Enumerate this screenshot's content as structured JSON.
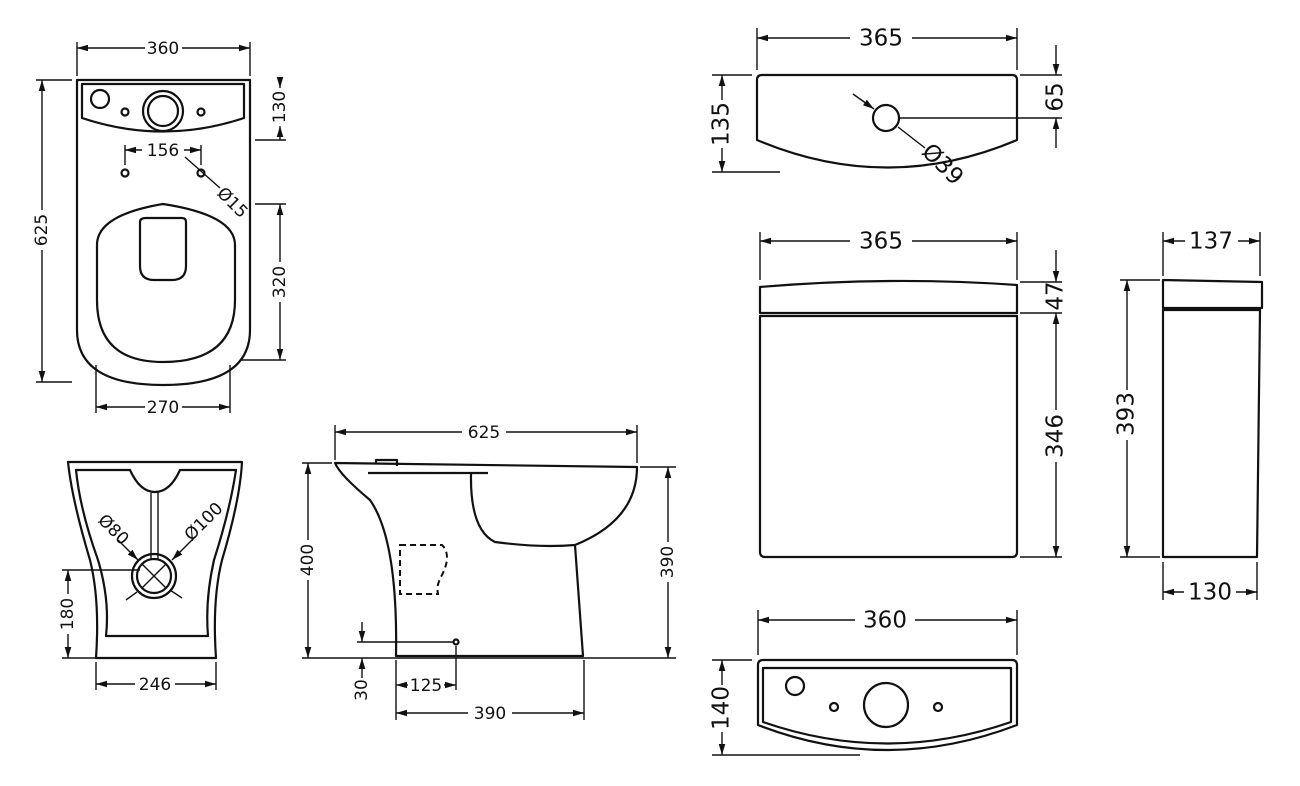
{
  "plan_view": {
    "width": "360",
    "length": "625",
    "tank_depth": "130",
    "fixing_centres": "156",
    "fixing_hole": "Ø15",
    "seat_length": "320",
    "seat_width": "270"
  },
  "rear_view": {
    "outlet_small": "Ø80",
    "outlet_large": "Ø100",
    "outlet_height": "180",
    "base_width": "246"
  },
  "side_view": {
    "length": "625",
    "height": "400",
    "rim_height": "390",
    "fixing_height": "30",
    "fixing_offset": "125",
    "base_length": "390"
  },
  "cistern_top": {
    "width": "365",
    "depth": "135",
    "hole_offset": "65",
    "hole_diameter": "Ø39"
  },
  "cistern_front": {
    "width": "365",
    "lid_height": "47",
    "body_height": "346"
  },
  "cistern_side": {
    "top_depth": "137",
    "height": "393",
    "bottom_depth": "130"
  },
  "cistern_base": {
    "width": "360",
    "depth": "140"
  }
}
